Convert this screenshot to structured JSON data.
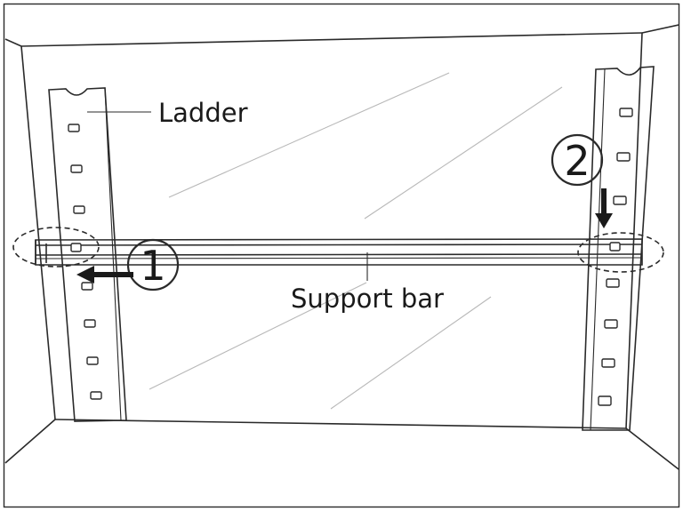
{
  "labels": {
    "ladder": "Ladder",
    "support_bar": "Support bar"
  },
  "steps": {
    "step1": "1",
    "step2": "2"
  }
}
